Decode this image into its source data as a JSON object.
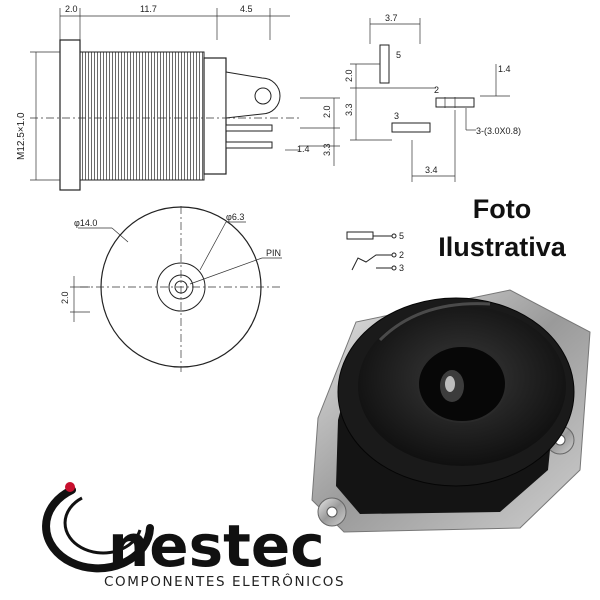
{
  "side_view": {
    "dims_top": [
      "2.0",
      "11.7",
      "4.5"
    ],
    "thread_label": "M12.5×1.0",
    "dim_2_0": "2.0",
    "dim_3_3": "3.3",
    "dim_1_4": "1.4"
  },
  "front_view": {
    "dia_outer": "φ14.0",
    "dia_inner": "φ6.3",
    "pin_label": "PIN",
    "dim_left": "2.0"
  },
  "pin_layout": {
    "dim_3_7": "3.7",
    "dim_5": "5",
    "dim_2_0": "2.0",
    "dim_3_3": "3.3",
    "dim_1_4": "1.4",
    "dim_2": "2",
    "dim_3": "3",
    "dim_pin_size": "3-(3.0X0.8)",
    "dim_3_4": "3.4"
  },
  "schematic": {
    "pins": [
      "5",
      "2",
      "3"
    ]
  },
  "photo_label": [
    "Foto",
    "Ilustrativa"
  ],
  "brand": {
    "name": "nestec",
    "tagline": "COMPONENTES ELETRÔNICOS",
    "accent_color": "#c8102e"
  },
  "colors": {
    "line": "#222222",
    "jack_body": "#111111",
    "metal": "#b8b8b8"
  }
}
